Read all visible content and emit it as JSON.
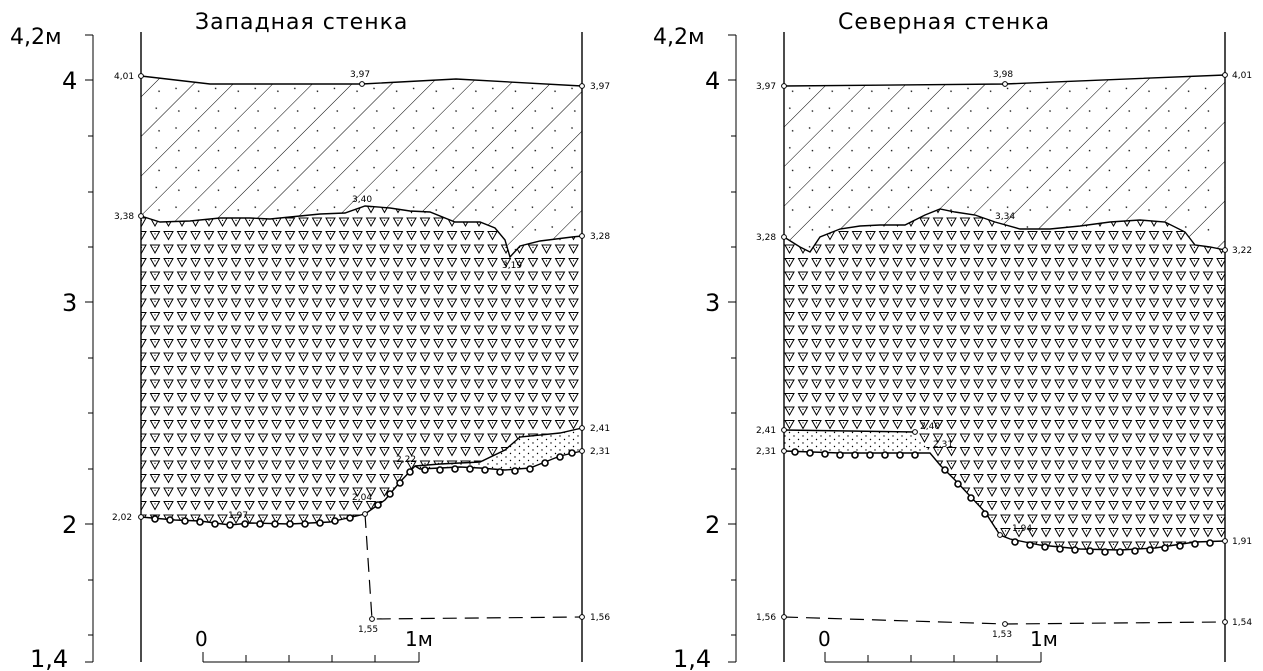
{
  "panels": [
    {
      "title": "Западная стенка",
      "axis_top_label": "4,2м",
      "axis_labels": [
        "4",
        "3",
        "2",
        "1,4"
      ],
      "point_labels": {
        "left_top": "4,01",
        "mid_top": "3,97",
        "right_top": "3,97",
        "left_sand": "3,38",
        "mid_sand": "3,40",
        "right_sand": "3,28",
        "dip_sand": "3,19",
        "right_lower": "2,41",
        "right_base": "2,31",
        "mid_base": "2,22",
        "step_base": "2,04",
        "left_base": "2,02",
        "min_base": "1,97",
        "bottom_mid": "1,55",
        "bottom_right": "1,56"
      },
      "scale": {
        "start": "0",
        "end": "1м"
      }
    },
    {
      "title": "Северная стенка",
      "axis_top_label": "4,2м",
      "axis_labels": [
        "4",
        "3",
        "2",
        "1,4"
      ],
      "point_labels": {
        "left_top": "3,97",
        "mid_top": "3,98",
        "right_top": "4,01",
        "left_sand": "3,28",
        "mid_sand": "3,34",
        "right_sand": "3,22",
        "left_lower": "2,41",
        "mid_lower": "2,40",
        "left_base": "2,31",
        "mid_base": "2,31",
        "step_bottom": "1,94",
        "right_base": "1,91",
        "bottom_left": "1,56",
        "bottom_mid": "1,53",
        "bottom_right": "1,54"
      },
      "scale": {
        "start": "0",
        "end": "1м"
      }
    }
  ]
}
